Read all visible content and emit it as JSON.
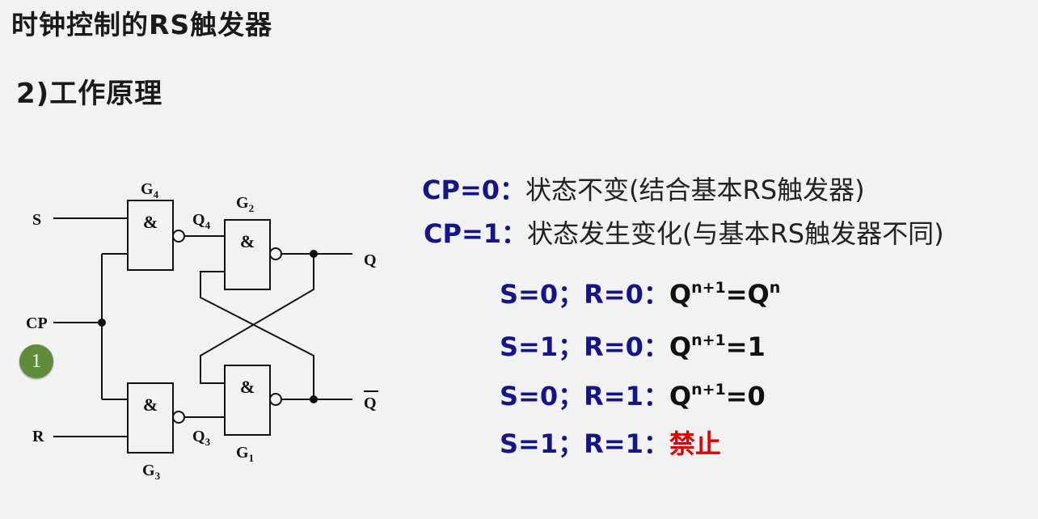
{
  "title": "时钟控制的RS触发器",
  "subtitle": "2)工作原理",
  "badge": "1",
  "circuit": {
    "input_s": "S",
    "input_r": "R",
    "input_cp": "CP",
    "output_q": "Q",
    "output_qbar": "Q",
    "gate_symbol": "&",
    "gates": [
      {
        "name": "G",
        "sub": "4"
      },
      {
        "name": "G",
        "sub": "3"
      },
      {
        "name": "G",
        "sub": "2"
      },
      {
        "name": "G",
        "sub": "1"
      }
    ],
    "node_q4": {
      "name": "Q",
      "sub": "4"
    },
    "node_q3": {
      "name": "Q",
      "sub": "3"
    }
  },
  "rules": {
    "cp0": {
      "key": "CP=0：",
      "text": "状态不变(结合基本RS触发器)"
    },
    "cp1": {
      "key": "CP=1：",
      "text": "状态发生变化(与基本RS触发器不同)"
    }
  },
  "truth": [
    {
      "cond": "S=0；R=0：",
      "q": "Q",
      "sup": "n+1",
      "eq": "=Q",
      "eq_sup": "n",
      "tail": ""
    },
    {
      "cond": "S=1；R=0：",
      "q": "Q",
      "sup": "n+1",
      "eq": "=1",
      "eq_sup": "",
      "tail": ""
    },
    {
      "cond": "S=0；R=1：",
      "q": "Q",
      "sup": "n+1",
      "eq": "=0",
      "eq_sup": "",
      "tail": ""
    },
    {
      "cond": "S=1；R=1：",
      "q": "",
      "sup": "",
      "eq": "",
      "eq_sup": "",
      "tail": "禁止"
    }
  ]
}
